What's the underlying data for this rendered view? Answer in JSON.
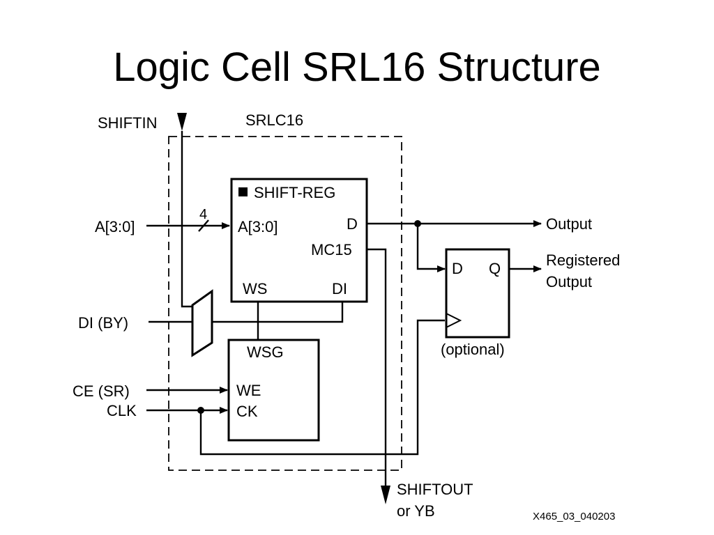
{
  "title": "Logic Cell SRL16 Structure",
  "diagram": {
    "container_label": "SRLC16",
    "shift_reg": {
      "title": "SHIFT-REG",
      "port_addr": "A[3:0]",
      "port_d": "D",
      "port_mc15": "MC15",
      "port_ws": "WS",
      "port_di": "DI"
    },
    "wsg": {
      "title": "WSG",
      "port_we": "WE",
      "port_ck": "CK"
    },
    "flipflop": {
      "port_d": "D",
      "port_q": "Q",
      "caption": "(optional)"
    },
    "inputs": {
      "shiftin": "SHIFTIN",
      "addr": "A[3:0]",
      "bus_width": "4",
      "di": "DI (BY)",
      "ce": "CE (SR)",
      "clk": "CLK"
    },
    "outputs": {
      "output": "Output",
      "registered_line1": "Registered",
      "registered_line2": "Output",
      "shiftout_line1": "SHIFTOUT",
      "shiftout_line2": "or YB"
    },
    "figure_code": "X465_03_040203"
  }
}
